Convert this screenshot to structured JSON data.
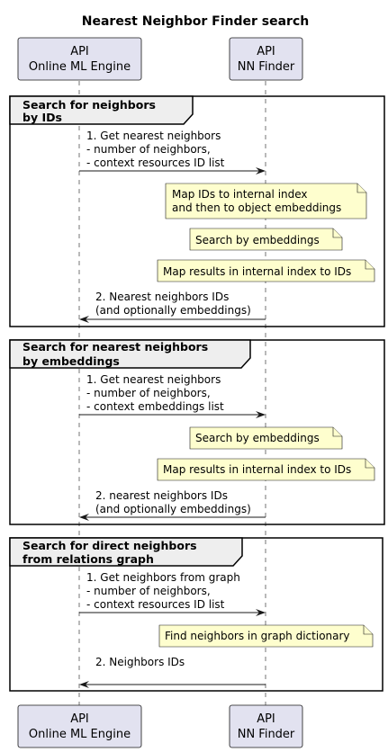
{
  "title": "Nearest Neighbor Finder search",
  "participants": [
    {
      "line1": "API",
      "line2": "Online ML Engine"
    },
    {
      "line1": "API",
      "line2": "NN Finder"
    }
  ],
  "groups": [
    {
      "title": [
        "Search for neighbors",
        "by IDs"
      ],
      "request": [
        "1. Get nearest neighbors",
        "- number of  neighbors,",
        "- context resources ID list"
      ],
      "notes": [
        [
          "Map IDs to internal index",
          "and then to object embeddings"
        ],
        [
          "Search by embeddings"
        ],
        [
          "Map results in internal index to IDs"
        ]
      ],
      "response": [
        "2. Nearest neighbors IDs",
        "(and optionally embeddings)"
      ]
    },
    {
      "title": [
        "Search for nearest neighbors",
        "by embeddings"
      ],
      "request": [
        "1. Get nearest neighbors",
        "- number of neighbors,",
        "- context embeddings list"
      ],
      "notes": [
        [
          "Search by embeddings"
        ],
        [
          "Map results in internal index to IDs"
        ]
      ],
      "response": [
        "2. nearest neighbors IDs",
        "(and optionally embeddings)"
      ]
    },
    {
      "title": [
        "Search for direct neighbors",
        "from relations graph"
      ],
      "request": [
        "1. Get neighbors from graph",
        "- number of neighbors,",
        "- context resources ID list"
      ],
      "notes": [
        [
          "Find neighbors in graph dictionary"
        ]
      ],
      "response": [
        "2. Neighbors IDs"
      ]
    }
  ]
}
